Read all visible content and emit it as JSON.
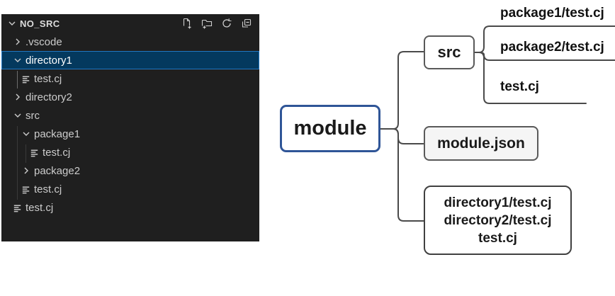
{
  "explorer": {
    "title": "NO_SRC",
    "toolbar": [
      {
        "name": "new-file-button",
        "icon": "new-file-icon"
      },
      {
        "name": "new-folder-button",
        "icon": "new-folder-icon"
      },
      {
        "name": "refresh-button",
        "icon": "refresh-icon"
      },
      {
        "name": "collapse-all-button",
        "icon": "collapse-all-icon"
      }
    ],
    "tree": [
      {
        "label": ".vscode",
        "type": "folder",
        "state": "collapsed",
        "level": 1,
        "selected": false
      },
      {
        "label": "directory1",
        "type": "folder",
        "state": "expanded",
        "level": 1,
        "selected": true
      },
      {
        "label": "test.cj",
        "type": "file",
        "level": 2,
        "selected": false
      },
      {
        "label": "directory2",
        "type": "folder",
        "state": "collapsed",
        "level": 1,
        "selected": false
      },
      {
        "label": "src",
        "type": "folder",
        "state": "expanded",
        "level": 1,
        "selected": false
      },
      {
        "label": "package1",
        "type": "folder",
        "state": "expanded",
        "level": 2,
        "selected": false
      },
      {
        "label": "test.cj",
        "type": "file",
        "level": 3,
        "selected": false
      },
      {
        "label": "package2",
        "type": "folder",
        "state": "collapsed",
        "level": 2,
        "selected": false
      },
      {
        "label": "test.cj",
        "type": "file",
        "level": 2,
        "selected": false
      },
      {
        "label": "test.cj",
        "type": "file",
        "level": 1,
        "selected": false
      }
    ]
  },
  "diagram": {
    "module_label": "module",
    "src_label": "src",
    "module_json_label": "module.json",
    "src_children": [
      {
        "label": "package1/test.cj"
      },
      {
        "label": "package2/test.cj"
      },
      {
        "label": "test.cj"
      }
    ],
    "root_files_lines": [
      "directory1/test.cj",
      "directory2/test.cj",
      "test.cj"
    ],
    "colors": {
      "module_border": "#2f5597",
      "box_border": "#595959",
      "connector": "#4a4a4a",
      "selection_bg": "#04395e",
      "selection_border": "#2077c2",
      "panel_bg": "#1f1f1f"
    }
  }
}
